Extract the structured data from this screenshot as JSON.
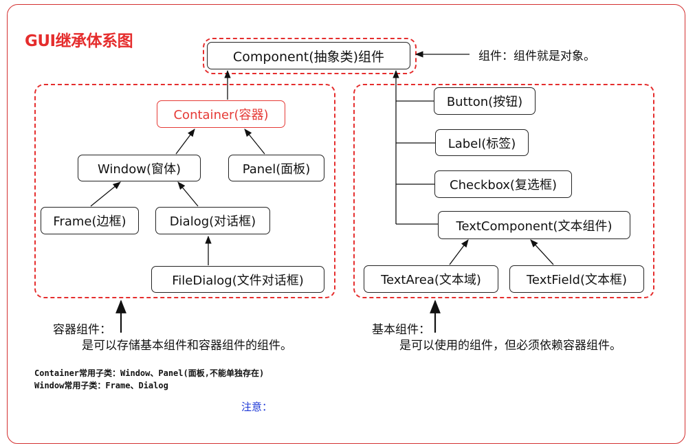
{
  "title": "GUI继承体系图",
  "nodes": {
    "component": "Component(抽象类)组件",
    "container": "Container(容器)",
    "window": "Window(窗体)",
    "panel": "Panel(面板)",
    "frame": "Frame(边框)",
    "dialog": "Dialog(对话框)",
    "filedialog": "FileDialog(文件对话框)",
    "button": "Button(按钮)",
    "label": "Label(标签)",
    "checkbox": "Checkbox(复选框)",
    "textcomponent": "TextComponent(文本组件)",
    "textarea": "TextArea(文本域)",
    "textfield": "TextField(文本框)"
  },
  "annotations": {
    "component_note": "组件：组件就是对象。",
    "container_title": "容器组件：",
    "container_desc": "是可以存储基本组件和容器组件的组件。",
    "basic_title": "基本组件：",
    "basic_desc": "是可以使用的组件，但必须依赖容器组件。"
  },
  "notes": {
    "line1": "Container常用子类：Window、Panel(面板,不能单独存在)",
    "line2": "Window常用子类：Frame、Dialog",
    "attention": "注意："
  },
  "colors": {
    "accent": "#e52d2d",
    "note_blue": "#1a35d6"
  }
}
